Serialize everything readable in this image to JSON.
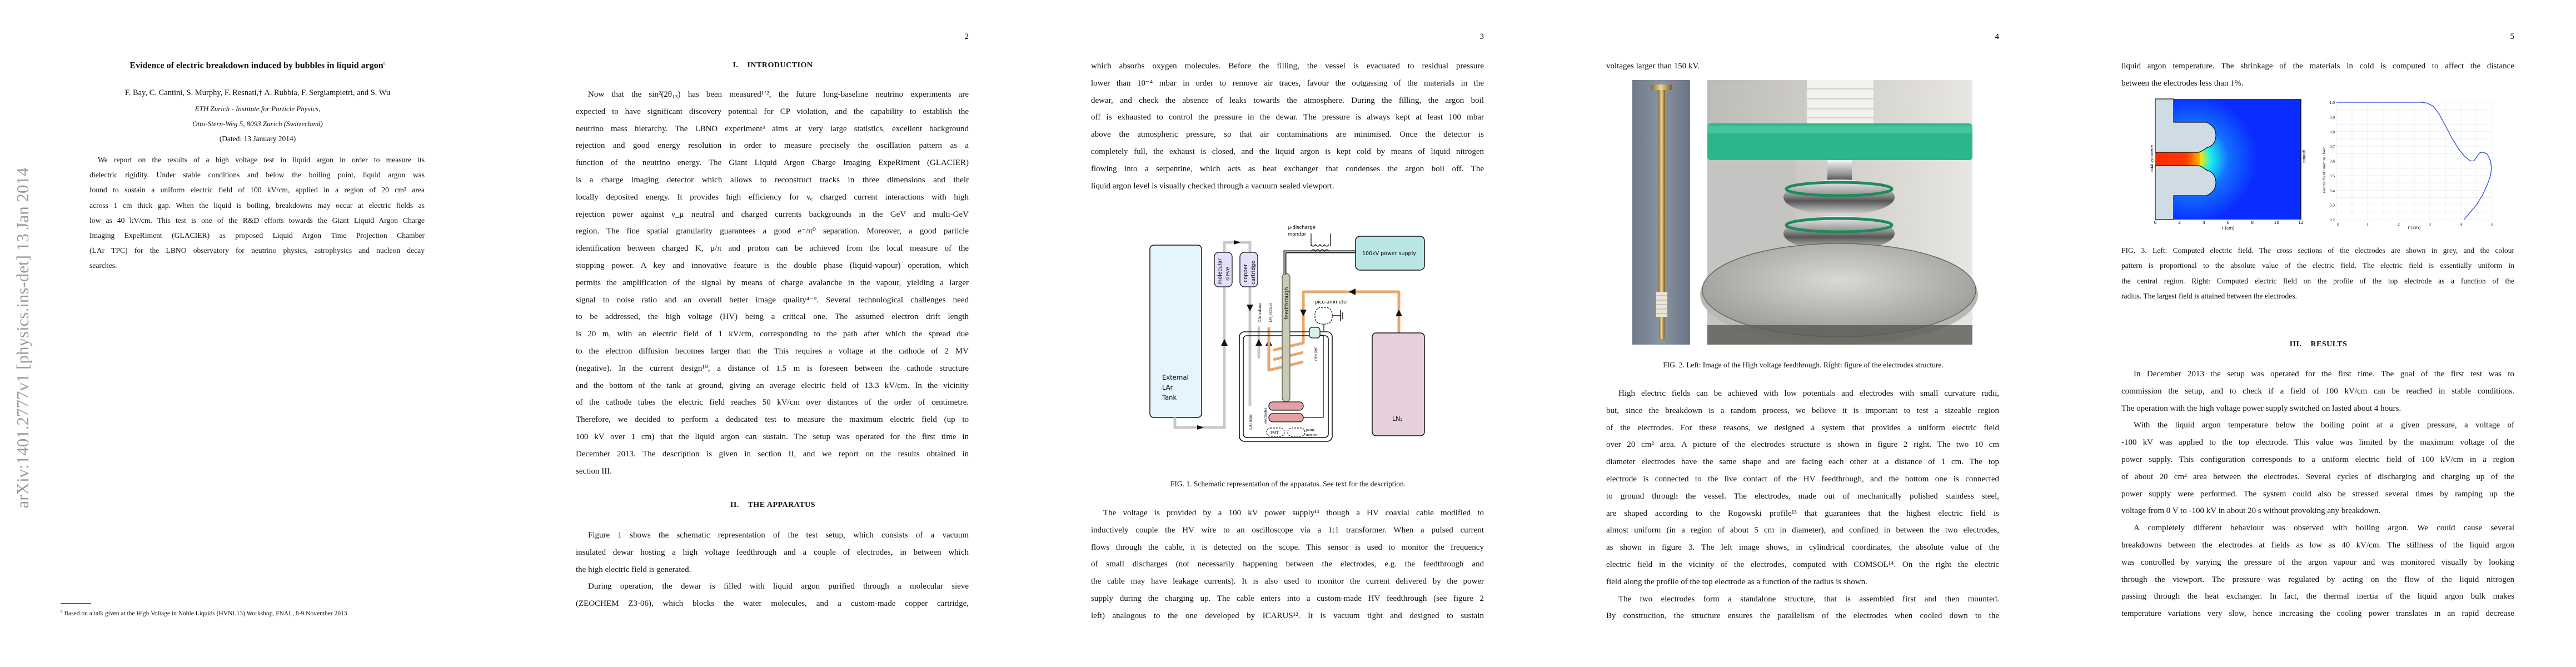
{
  "side_label": "arXiv:1401.2777v1  [physics.ins-det]  13 Jan 2014",
  "pages": [
    {
      "title": "Evidence of electric breakdown induced by bubbles in liquid argon",
      "title_note": "a",
      "authors": "F. Bay, C. Cantini, S. Murphy, F. Resnati,† A. Rubbia, F. Sergiampietri, and S. Wu",
      "affiliation": "ETH Zurich - Institute for Particle Physics,",
      "address": "Otto-Stern-Weg 5, 8093 Zurich (Switzerland)",
      "dated": "(Dated: 13 January 2014)",
      "abstract": [
        "We report on the results of a high voltage test in liquid argon in order to measure its",
        "dielectric rigidity. Under stable conditions and below the boiling point, liquid argon was",
        "found to sustain a uniform electric field of 100 kV/cm, applied in a region of 20 cm² area",
        "across 1 cm thick gap. When the liquid is boiling, breakdowns may occur at electric fields as",
        "low as 40 kV/cm. This test is one of the R&D efforts towards the Giant Liquid Argon Charge",
        "Imaging ExpeRiment (GLACIER) as proposed Liquid Argon Time Projection Chamber",
        "(LAr TPC) for the LBNO observatory for neutrino physics, astrophysics and nucleon decay",
        "searches."
      ],
      "footnote_mark": "a",
      "footnote": "Based on a talk given at the High Voltage in Noble Liquids (HVNL13) Workshop, FNAL, 8-9 November 2013"
    },
    {
      "number": "2",
      "headings": [
        "I.    INTRODUCTION",
        "II.    THE APPARATUS"
      ],
      "paragraphs": [
        [
          "Now that the sin²(2θ₁₃) has been measured¹ʼ², the future long-baseline neutrino experiments are",
          "expected to have significant discovery potential for CP violation, and the capability to establish the",
          "neutrino mass hierarchy. The LBNO experiment³ aims at very large statistics, excellent background",
          "rejection and good energy resolution in order to measure precisely the oscillation pattern as a",
          "function of the neutrino energy. The Giant Liquid Argon Charge Imaging ExpeRiment (GLACIER)",
          "is a charge imaging detector which allows to reconstruct tracks in three dimensions and their",
          "locally deposited energy. It provides high efficiency for νₑ charged current interactions with high",
          "rejection power against ν_μ neutral and charged currents backgrounds in the GeV and multi-GeV",
          "region. The fine spatial granularity guarantees a good e⁻/π⁰ separation. Moreover, a good particle",
          "identification between charged K, μ/π and proton can be achieved from the local measure of the",
          "stopping power. A key and innovative feature is the double phase (liquid-vapour) operation, which",
          "permits the amplification of the signal by means of charge avalanche in the vapour, yielding a larger",
          "signal to noise ratio and an overall better image quality⁴⁻⁹. Several technological challenges need",
          "to be addressed, the high voltage (HV) being a critical one. The assumed electron drift length",
          "is 20 m, with an electric field of 1 kV/cm, corresponding to the path after which the spread due",
          "to the electron diffusion becomes larger than the This requires a voltage at the cathode of 2 MV",
          "(negative). In the current design¹⁰, a distance of 1.5 m is foreseen between the cathode structure",
          "and the bottom of the tank at ground, giving an average electric field of 13.3 kV/cm. In the vicinity",
          "of the cathode tubes the electric field reaches 50 kV/cm over distances of the order of centimetre.",
          "Therefore, we decided to perform a dedicated test to measure the maximum electric field (up to",
          "100 kV over 1 cm) that the liquid argon can sustain. The setup was operated for the first time in",
          "December 2013. The description is given in section II, and we report on the results obtained in",
          "section III."
        ],
        [
          "Figure 1 shows the schematic representation of the test setup, which consists of a vacuum",
          "insulated dewar hosting a high voltage feedthrough and a couple of electrodes, in between which",
          "the high electric field is generated."
        ],
        [
          "During operation, the dewar is filled with liquid argon purified through a molecular sieve",
          "(ZEOCHEM Z3-06), which blocks the water molecules, and a custom-made copper cartridge,"
        ]
      ]
    },
    {
      "number": "3",
      "paragraphs": [
        [
          "which absorbs oxygen molecules. Before the filling, the vessel is evacuated to residual pressure",
          "lower than 10⁻⁴ mbar in order to remove air traces, favour the outgassing of the materials in the",
          "dewar, and check the absence of leaks towards the atmosphere. During the filling, the argon boil",
          "off is exhausted to control the pressure in the dewar. The pressure is always kept at least 100 mbar",
          "above the atmospheric pressure, so that air contaminations are minimised. Once the detector is",
          "completely full, the exhaust is closed, and the liquid argon is kept cold by means of liquid nitrogen",
          "flowing into a serpentine, which acts as heat exchanger that condenses the argon boil off. The",
          "liquid argon level is visually checked through a vacuum sealed viewport."
        ],
        [
          "The voltage is provided by a 100 kV power supply¹¹ though a HV coaxial cable modified to",
          "inductively couple the HV wire to an oscilloscope via a 1:1 transformer. When a pulsed current",
          "flows through the cable, it is detected on the scope. This sensor is used to monitor the frequency",
          "of small discharges (not necessarily happening between the electrodes, e.g. the feedthrough and",
          "the cable may have leakage currents). It is also used to monitor the current delivered by the power",
          "supply during the charging up. The cable enters into a custom-made HV feedthrough (see figure 2",
          "left) analogous to the one developed by ICARUS¹². It is vacuum tight and designed to sustain"
        ]
      ],
      "figure1": {
        "caption": "FIG. 1. Schematic representation of the apparatus. See text for the description.",
        "labels": {
          "discharge_1": "μ-discharge",
          "discharge_2": "monitor",
          "power_supply": "100kV power supply",
          "sieve_1": "molecular",
          "sieve_2": "sieve",
          "copper_1": "copper",
          "copper_2": "cartridge",
          "gar_exhaust": "GAr exhaust",
          "ln2_exhaust": "LN₂ exhaust",
          "feedthrough": "feedthrough",
          "pico": "pico-ammeter",
          "view_port": "view port",
          "tank_1": "External",
          "tank_2": "LAr",
          "tank_3": "Tank",
          "electrodes": "electrodes",
          "lar_input": "LAr input",
          "pmt": "PMT",
          "purity_1": "purity",
          "purity_2": "monitor",
          "ln2": "LN₂"
        }
      }
    },
    {
      "number": "4",
      "paragraphs": [
        [
          "voltages larger than 150 kV."
        ],
        [
          "High electric fields can be achieved with low potentials and electrodes with small curvature radii,",
          "but, since the breakdown is a random process, we believe it is important to test a sizeable region",
          "of the electrodes. For these reasons, we designed a system that provides a uniform electric field",
          "over 20 cm² area. A picture of the electrodes structure is shown in figure 2 right. The two 10 cm",
          "diameter electrodes have the same shape and are facing each other at a distance of 1 cm. The top",
          "electrode is connected to the live contact of the HV feedthrough, and the bottom one is connected",
          "to ground through the vessel. The electrodes, made out of mechanically polished stainless steel,",
          "are shaped according to the Rogowski profile¹³ that guarantees that the highest electric field is",
          "almost uniform (in a region of about 5 cm in diameter), and confined in between the two electrodes,",
          "as shown in figure 3. The left image shows, in cylindrical coordinates, the absolute value of the",
          "electric field in the vicinity of the electrodes, computed with COMSOL¹⁴. On the right the electric",
          "field along the profile of the top electrode as a function of the radius is shown."
        ],
        [
          "The two electrodes form a standalone structure, that is assembled first and then mounted.",
          "By construction, the structure ensures the parallelism of the electrodes when cooled down to the"
        ]
      ],
      "figure2": {
        "caption": "FIG. 2. Left: Image of the High voltage feedthrough. Right: figure of the electrodes structure."
      }
    },
    {
      "number": "5",
      "heading": "III.    RESULTS",
      "paragraphs": [
        [
          "liquid argon temperature. The shrinkage of the materials in cold is computed to affect the distance",
          "between the electrodes less than 1%."
        ],
        [
          "In December 2013 the setup was operated for the first time. The goal of the first test was to",
          "commission the setup, and to check if a field of 100 kV/cm can be reached in stable conditions.",
          "The operation with the high voltage power supply switched on lasted about 4 hours."
        ],
        [
          "With the liquid argon temperature below the boiling point at a given pressure, a voltage of",
          "-100 kV was applied to the top electrode. This value was limited by the maximum voltage of the",
          "power supply. This configuration corresponds to a uniform electric field of 100 kV/cm in a region",
          "of about 20 cm² area between the electrodes. Several cycles of discharging and charging up of the",
          "power supply were performed. The system could also be stressed several times by ramping up the",
          "voltage from 0 V to -100 kV in about 20 s without provoking any breakdown."
        ],
        [
          "A completely different behaviour was observed with boiling argon. We could cause several",
          "breakdowns between the electrodes at fields as low as 40 kV/cm. The stillness of the liquid argon",
          "was controlled by varying the pressure of the argon vapour and was monitored visually by looking",
          "through the viewport. The pressure was regulated by acting on the flow of the liquid nitrogen",
          "passing through the heat exchanger. In fact, the thermal inertia of the liquid argon bulk makes",
          "temperature variations very slow, hence increasing the cooling power translates in an rapid decrease"
        ]
      ],
      "figure3": {
        "caption": [
          "FIG. 3. Left: Computed electric field. The cross sections of the electrodes are shown in grey, and the colour",
          "pattern is proportional to the absolute value of the electric field. The electric field is essentially uniform in",
          "the central region. Right: Computed electric field on the profile of the top electrode as a function of the",
          "radius. The largest field is attained between the electrodes."
        ],
        "left_panel": {
          "ylabel": "axial symmetry",
          "right_label": "ground",
          "xlabel": "r (cm)",
          "xticks": [
            "0",
            "2",
            "4",
            "6",
            "8",
            "10",
            "12"
          ]
        }
      }
    }
  ],
  "chart_data": {
    "type": "line",
    "title": "",
    "xlabel": "r (cm)",
    "ylabel": "electric field / nominal field",
    "xlim": [
      0,
      5
    ],
    "ylim": [
      0.2,
      1.0
    ],
    "xticks": [
      0,
      1,
      2,
      3,
      4,
      5
    ],
    "yticks": [
      0.2,
      0.3,
      0.4,
      0.5,
      0.6,
      0.7,
      0.8,
      0.9,
      1.0
    ],
    "grid": true,
    "series": [
      {
        "name": "top electrode profile",
        "color": "#2a4bd7",
        "points": [
          [
            0,
            1.0
          ],
          [
            1,
            1.0
          ],
          [
            2,
            1.0
          ],
          [
            2.7,
            1.0
          ],
          [
            2.9,
            0.995
          ],
          [
            3.1,
            0.975
          ],
          [
            3.3,
            0.92
          ],
          [
            3.5,
            0.84
          ],
          [
            3.7,
            0.76
          ],
          [
            3.9,
            0.69
          ],
          [
            4.1,
            0.635
          ],
          [
            4.3,
            0.6
          ],
          [
            4.42,
            0.6
          ],
          [
            4.5,
            0.625
          ],
          [
            4.6,
            0.655
          ],
          [
            4.72,
            0.66
          ],
          [
            4.85,
            0.645
          ],
          [
            4.95,
            0.6
          ],
          [
            4.98,
            0.55
          ],
          [
            4.95,
            0.5
          ],
          [
            4.85,
            0.44
          ],
          [
            4.7,
            0.37
          ],
          [
            4.5,
            0.3
          ],
          [
            4.3,
            0.25
          ],
          [
            4.1,
            0.2
          ]
        ]
      }
    ]
  }
}
